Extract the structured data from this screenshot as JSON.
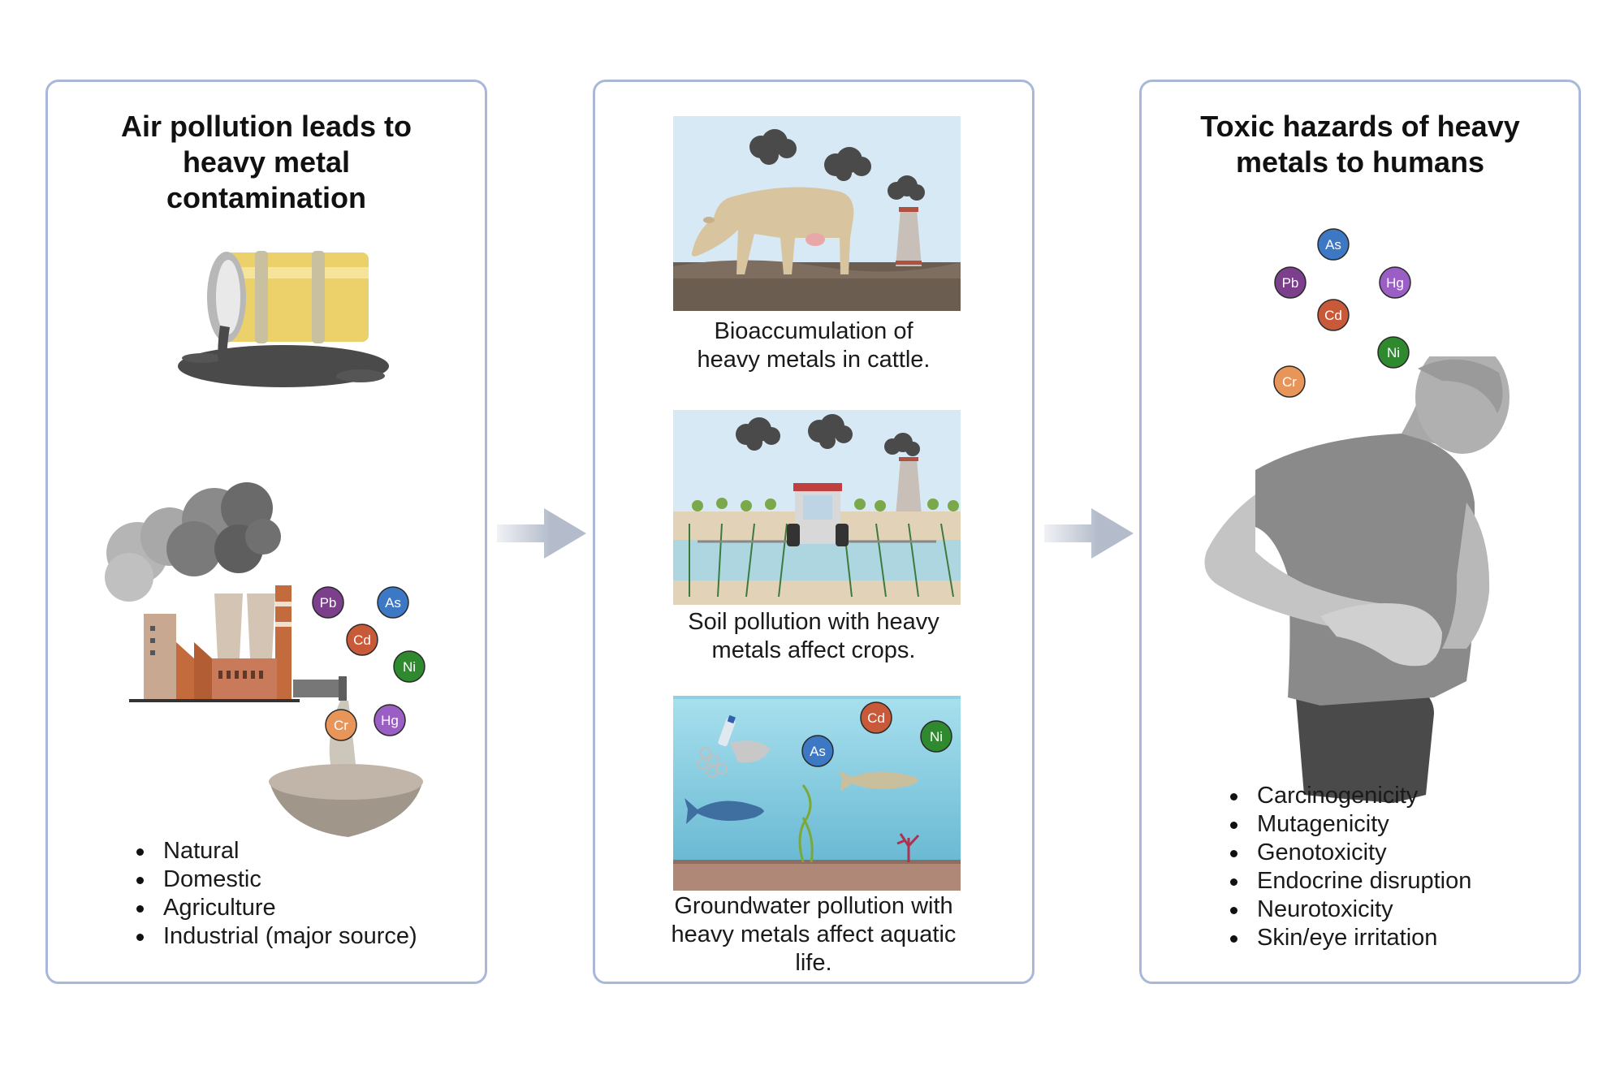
{
  "left": {
    "title_lines": [
      "Air pollution leads to",
      "heavy metal",
      "contamination"
    ],
    "sources": [
      "Natural",
      "Domestic",
      "Agriculture",
      "Industrial (major source)"
    ],
    "metals": [
      "Pb",
      "As",
      "Cd",
      "Ni",
      "Cr",
      "Hg"
    ]
  },
  "middle": {
    "cattle_caption": [
      "Bioaccumulation of",
      "heavy metals in cattle."
    ],
    "crops_caption": [
      "Soil pollution with heavy",
      "metals affect crops."
    ],
    "aquatic_caption": [
      "Groundwater pollution with",
      "heavy metals affect aquatic",
      "life."
    ],
    "aquatic_metals": [
      "Cd",
      "As",
      "Ni"
    ]
  },
  "right": {
    "title_lines": [
      "Toxic hazards of heavy",
      "metals to humans"
    ],
    "metals": [
      "As",
      "Pb",
      "Hg",
      "Cd",
      "Ni",
      "Cr"
    ],
    "hazards": [
      "Carcinogenicity",
      "Mutagenicity",
      "Genotoxicity",
      "Endocrine disruption",
      "Neurotoxicity",
      "Skin/eye irritation"
    ]
  },
  "colors": {
    "border": "#a9b8d8",
    "arrow": "#b4bccb",
    "Pb": "#7b3f8c",
    "As": "#3c78c4",
    "Cd": "#c85a3a",
    "Ni": "#2f8a2f",
    "Cr": "#e8955a",
    "Hg": "#9a5ec4"
  }
}
